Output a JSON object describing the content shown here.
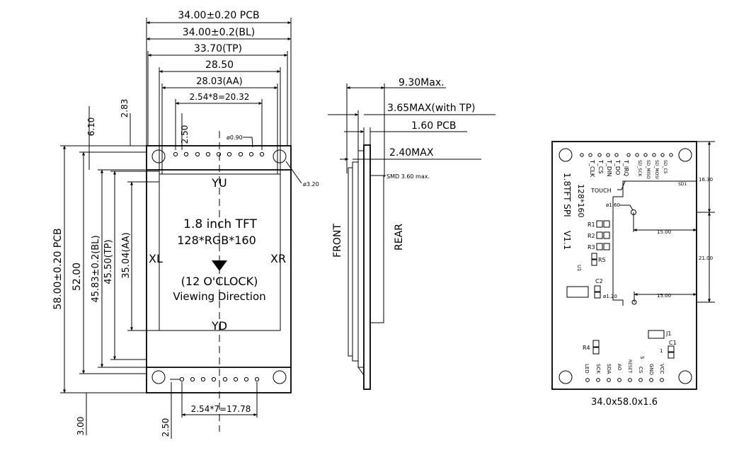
{
  "front_view": {
    "width_pcb": "34.00±0.20 PCB",
    "width_bl": "34.00±0.2(BL)",
    "width_tp": "33.70(TP)",
    "width_inner": "28.50",
    "width_aa": "28.03(AA)",
    "pin_pitch_top": "2.54*8=20.32",
    "dim_2_50_top": "2.50",
    "dim_2_83": "2.83",
    "dim_6_10": "6.10",
    "hole_small": "ø0.90",
    "hole_large": "ø3.20",
    "label_yu": "YU",
    "label_yd": "YD",
    "label_xl": "XL",
    "label_xr": "XR",
    "title_line1": "1.8 inch TFT",
    "title_line2": "128*RGB*160",
    "oclock": "(12 O'CLOCK)",
    "viewing": "Viewing Direction",
    "height_pcb": "58.00±0.20 PCB",
    "height_52": "52.00",
    "height_bl": "45.83±0.2(BL)",
    "height_tp": "45.50(TP)",
    "height_aa": "35.04(AA)",
    "pin_pitch_bottom": "2.54*7=17.78",
    "dim_3_00": "3.00",
    "dim_2_50_bottom": "2.50"
  },
  "side_view": {
    "max_930": "9.30Max.",
    "max_365": "3.65MAX(with TP)",
    "pcb_160": "1.60 PCB",
    "max_240": "2.40MAX",
    "smd": "SMD 3.60 max.",
    "front": "FRONT",
    "rear": "REAR"
  },
  "rear_view": {
    "touch_pins": [
      "T_CLK",
      "T_CS",
      "T_DIN",
      "T_DO",
      "T_IRQ"
    ],
    "sd_pins": [
      "SD_SCK",
      "SD_MISO",
      "SD_MOSI",
      "SD_CS"
    ],
    "touch": "TOUCH",
    "sd1": "SD1",
    "board_line1": "1.8TFT SPI",
    "board_line2": "128*160",
    "board_line3": "V1.1",
    "u1": "U1",
    "r1": "R1",
    "r2": "R2",
    "r3": "R3",
    "r5": "R5",
    "r4": "R4",
    "c2": "C2",
    "c1": "C1",
    "j1": "J1",
    "hole_160": "ø1.60",
    "hole_120": "ø1.20",
    "dim_15_a": "15.00",
    "dim_15_b": "15.00",
    "dim_1630": "16.30",
    "dim_2100": "21.00",
    "bottom_pins": [
      "LED",
      "SCK",
      "SDA",
      "A0",
      "RESET",
      "CS",
      "GND",
      "VCC"
    ],
    "pin_s": "S",
    "pin_1": "1",
    "size": "34.0x58.0x1.6"
  }
}
